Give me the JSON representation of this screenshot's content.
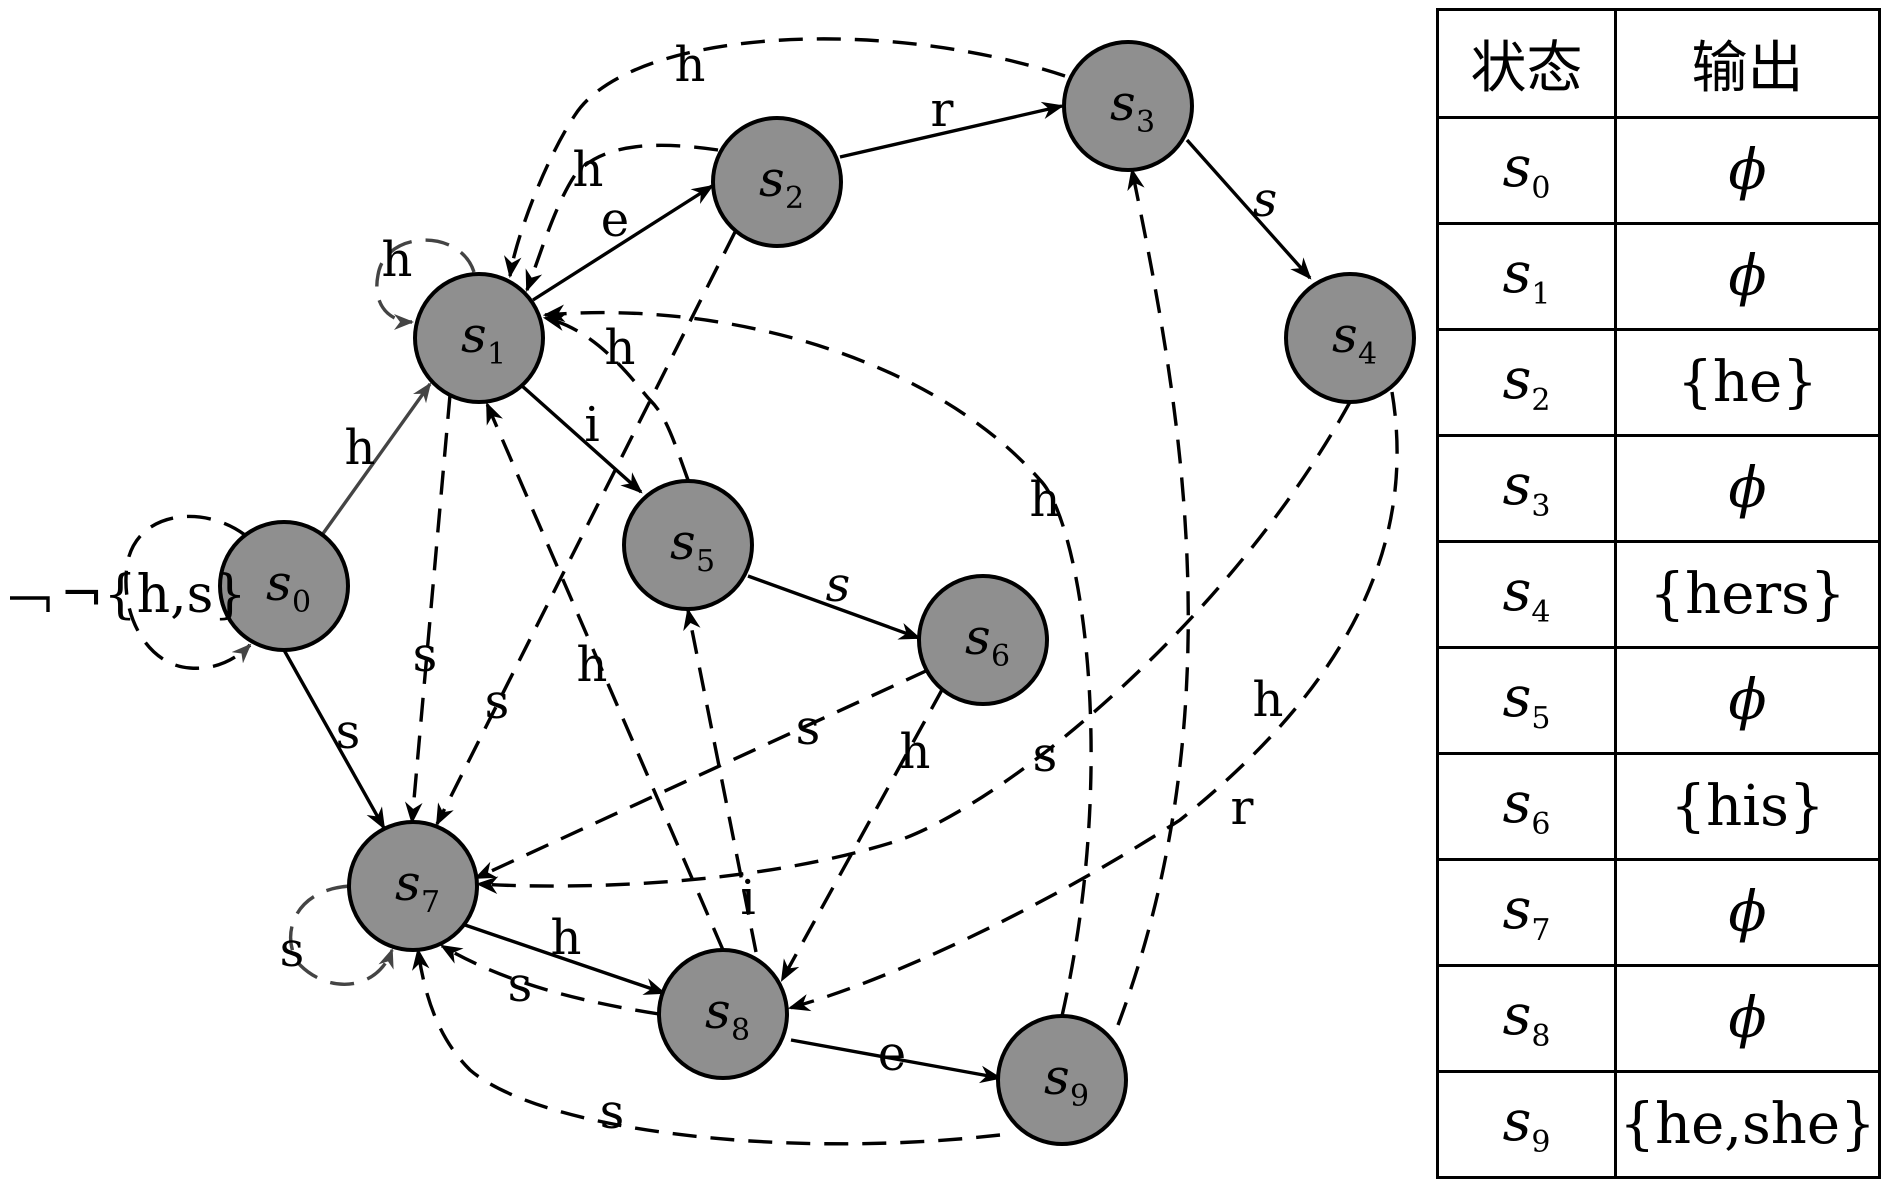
{
  "diagram": {
    "nodes": [
      {
        "id": "s0",
        "base": "s",
        "sub": "0"
      },
      {
        "id": "s1",
        "base": "s",
        "sub": "1"
      },
      {
        "id": "s2",
        "base": "s",
        "sub": "2"
      },
      {
        "id": "s3",
        "base": "s",
        "sub": "3"
      },
      {
        "id": "s4",
        "base": "s",
        "sub": "4"
      },
      {
        "id": "s5",
        "base": "s",
        "sub": "5"
      },
      {
        "id": "s6",
        "base": "s",
        "sub": "6"
      },
      {
        "id": "s7",
        "base": "s",
        "sub": "7"
      },
      {
        "id": "s8",
        "base": "s",
        "sub": "8"
      },
      {
        "id": "s9",
        "base": "s",
        "sub": "9"
      }
    ],
    "start_loop_label": "¬{h,s}",
    "edges": [
      {
        "from": "s0",
        "to": "s1",
        "label": "h",
        "style": "solid"
      },
      {
        "from": "s0",
        "to": "s7",
        "label": "s",
        "style": "solid"
      },
      {
        "from": "s1",
        "to": "s2",
        "label": "e",
        "style": "solid"
      },
      {
        "from": "s1",
        "to": "s5",
        "label": "i",
        "style": "solid"
      },
      {
        "from": "s2",
        "to": "s3",
        "label": "r",
        "style": "solid"
      },
      {
        "from": "s3",
        "to": "s4",
        "label": "s",
        "style": "solid"
      },
      {
        "from": "s5",
        "to": "s6",
        "label": "s",
        "style": "solid"
      },
      {
        "from": "s7",
        "to": "s8",
        "label": "h",
        "style": "solid"
      },
      {
        "from": "s8",
        "to": "s9",
        "label": "e",
        "style": "solid"
      },
      {
        "from": "s1",
        "to": "s1",
        "label": "h",
        "style": "dashed"
      },
      {
        "from": "s3",
        "to": "s1",
        "label": "h",
        "style": "dashed"
      },
      {
        "from": "s2",
        "to": "s1",
        "label": "h",
        "style": "dashed"
      },
      {
        "from": "s5",
        "to": "s1",
        "label": "h",
        "style": "dashed"
      },
      {
        "from": "s9",
        "to": "s1",
        "label": "h",
        "style": "dashed"
      },
      {
        "from": "s8",
        "to": "s1",
        "label": "h",
        "style": "dashed"
      },
      {
        "from": "s1",
        "to": "s7",
        "label": "s",
        "style": "dashed"
      },
      {
        "from": "s2",
        "to": "s7",
        "label": "s",
        "style": "dashed"
      },
      {
        "from": "s6",
        "to": "s7",
        "label": "s",
        "style": "dashed"
      },
      {
        "from": "s4",
        "to": "s7",
        "label": "s",
        "style": "dashed"
      },
      {
        "from": "s7",
        "to": "s7",
        "label": "s",
        "style": "dashed"
      },
      {
        "from": "s8",
        "to": "s7",
        "label": "s",
        "style": "dashed"
      },
      {
        "from": "s9",
        "to": "s7",
        "label": "s",
        "style": "dashed"
      },
      {
        "from": "s6",
        "to": "s8",
        "label": "h",
        "style": "dashed"
      },
      {
        "from": "s4",
        "to": "s8",
        "label": "h",
        "style": "dashed"
      },
      {
        "from": "s8",
        "to": "s5",
        "label": "i",
        "style": "dashed"
      },
      {
        "from": "s9",
        "to": "s3",
        "label": "r",
        "style": "dashed"
      }
    ]
  },
  "table": {
    "headers": [
      "状态",
      "输出"
    ],
    "rows": [
      {
        "state": "s",
        "sub": "0",
        "output": "ϕ"
      },
      {
        "state": "s",
        "sub": "1",
        "output": "ϕ"
      },
      {
        "state": "s",
        "sub": "2",
        "output": "{he}"
      },
      {
        "state": "s",
        "sub": "3",
        "output": "ϕ"
      },
      {
        "state": "s",
        "sub": "4",
        "output": "{hers}"
      },
      {
        "state": "s",
        "sub": "5",
        "output": "ϕ"
      },
      {
        "state": "s",
        "sub": "6",
        "output": "{his}"
      },
      {
        "state": "s",
        "sub": "7",
        "output": "ϕ"
      },
      {
        "state": "s",
        "sub": "8",
        "output": "ϕ"
      },
      {
        "state": "s",
        "sub": "9",
        "output": "{he,she}"
      }
    ]
  }
}
